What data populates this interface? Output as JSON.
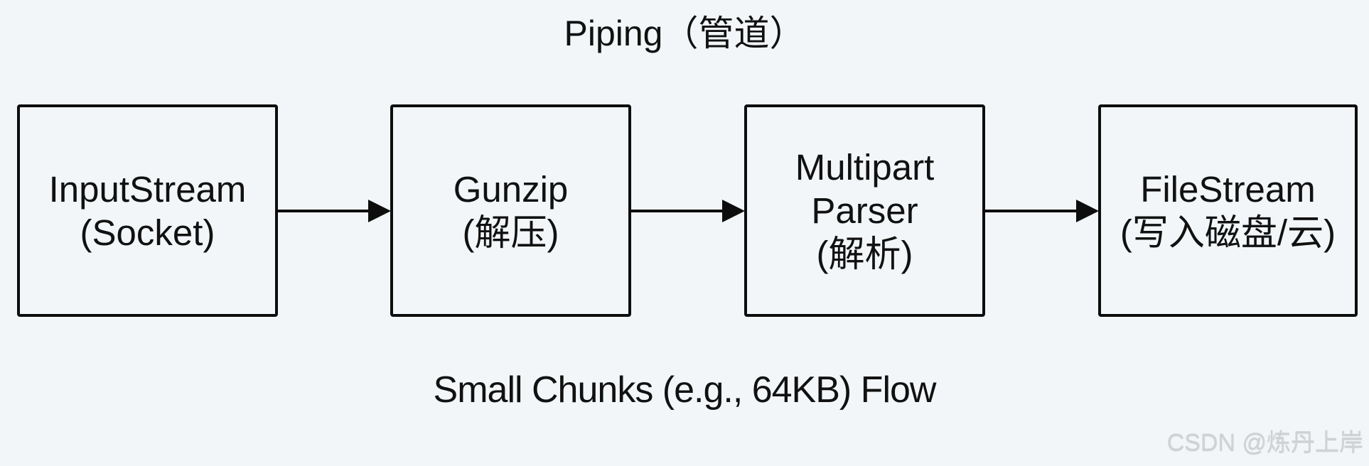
{
  "diagram": {
    "title": "Piping（管道）",
    "nodes": [
      {
        "id": "input-stream",
        "lines": [
          "InputStream",
          "(Socket)"
        ]
      },
      {
        "id": "gunzip",
        "lines": [
          "Gunzip",
          "(解压)"
        ]
      },
      {
        "id": "multipart-parser",
        "lines": [
          "Multipart",
          "Parser",
          "(解析)"
        ]
      },
      {
        "id": "file-stream",
        "lines": [
          "FileStream",
          "(写入磁盘/云)"
        ]
      }
    ],
    "edges": [
      {
        "from": "input-stream",
        "to": "gunzip"
      },
      {
        "from": "gunzip",
        "to": "multipart-parser"
      },
      {
        "from": "multipart-parser",
        "to": "file-stream"
      }
    ],
    "caption": "Small Chunks (e.g., 64KB) Flow",
    "colors": {
      "background": "#f2f6f8",
      "stroke": "#0d0d0d",
      "text": "#111111"
    }
  },
  "watermark": "CSDN @炼丹上岸"
}
